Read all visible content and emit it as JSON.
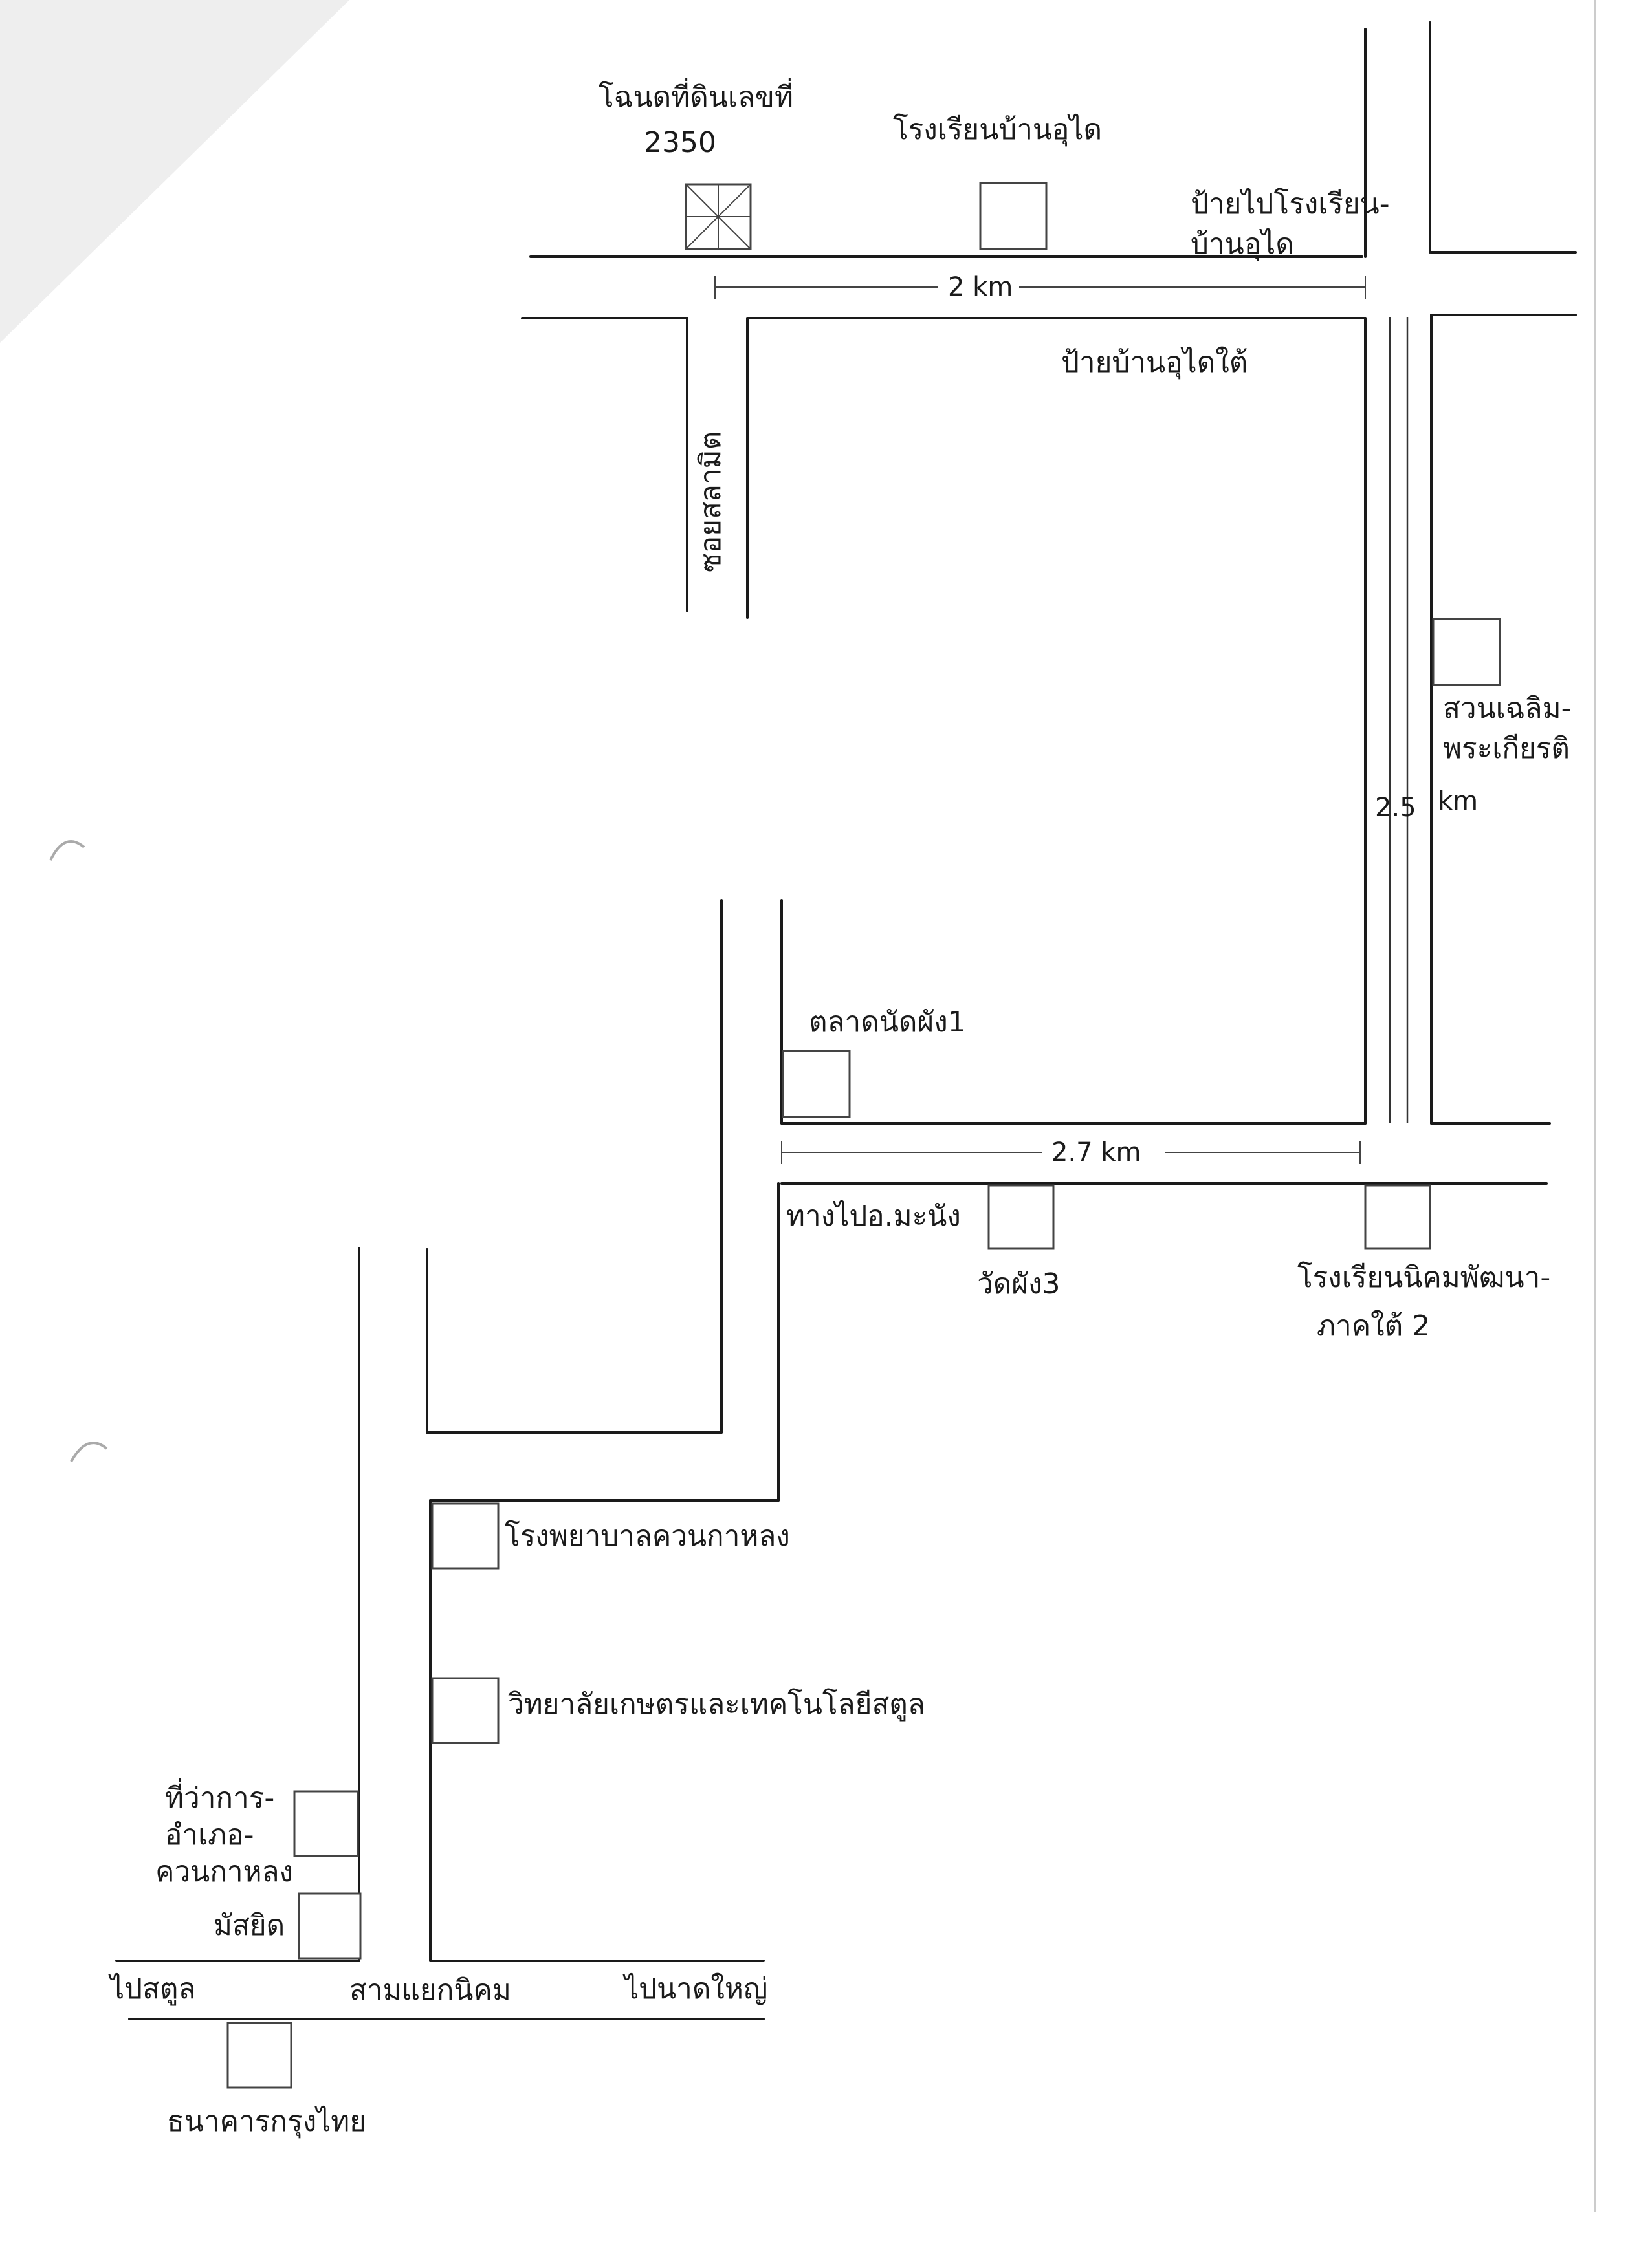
{
  "map": {
    "landmarks": {
      "land_deed": [
        "โฉนดที่ดินเลขที่",
        "2350"
      ],
      "ban_u_dai_school": [
        "โรงเรียนบ้านอุได"
      ],
      "sign_to_school": [
        "ป้ายไปโรงเรียน-",
        "บ้านอุได"
      ],
      "ban_u_dai_tai_sign": [
        "ป้ายบ้านอุไดใต้"
      ],
      "soi_salamit": [
        "ซอยสลามิต"
      ],
      "suan_chalerm": [
        "สวนเฉลิม-",
        "พระเกียรติ"
      ],
      "talad_nat": [
        "ตลาดนัดผัง1"
      ],
      "road_to_manang": [
        "ทางไปอ.มะนัง"
      ],
      "wat_phang3": [
        "วัดผัง3"
      ],
      "nikhom_school": [
        "โรงเรียนนิคมพัฒนา-",
        "ภาคใต้ 2"
      ],
      "hospital": [
        "โรงพยาบาลควนกาหลง"
      ],
      "college": [
        "วิทยาลัยเกษตรและเทคโนโลยีสตูล"
      ],
      "district_office": [
        "ที่ว่าการ-",
        "อำเภอ-",
        "ควนกาหลง"
      ],
      "mosque": [
        "มัสยิด"
      ],
      "to_satun": [
        "ไปสตูล"
      ],
      "sam_yaek": [
        "สามแยกนิคม"
      ],
      "to_na_yai": [
        "ไปนาดใหญ่"
      ],
      "krungthai": [
        "ธนาคารกรุงไทย"
      ]
    },
    "distances": {
      "top": "2 km",
      "right": "2.5",
      "right_unit": "km",
      "bottom": "2.7 km"
    }
  }
}
